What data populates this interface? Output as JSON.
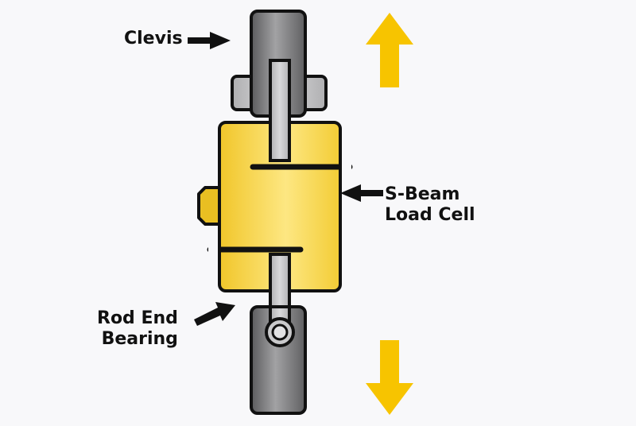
{
  "labels": {
    "clevis": "Clevis",
    "sbeam_line1": "S-Beam",
    "sbeam_line2": "Load Cell",
    "rodend_line1": "Rod End",
    "rodend_line2": "Bearing"
  },
  "colors": {
    "background": "#f8f8fa",
    "load_cell": "#f5d33a",
    "metal_dark": "#6c6c6e",
    "metal_light": "#bdbdbf",
    "outline": "#111111",
    "force_arrow": "#f7c400"
  },
  "icons": {
    "force_up": "arrow-up-icon",
    "force_down": "arrow-down-icon",
    "pointer": "arrow-right-icon"
  }
}
